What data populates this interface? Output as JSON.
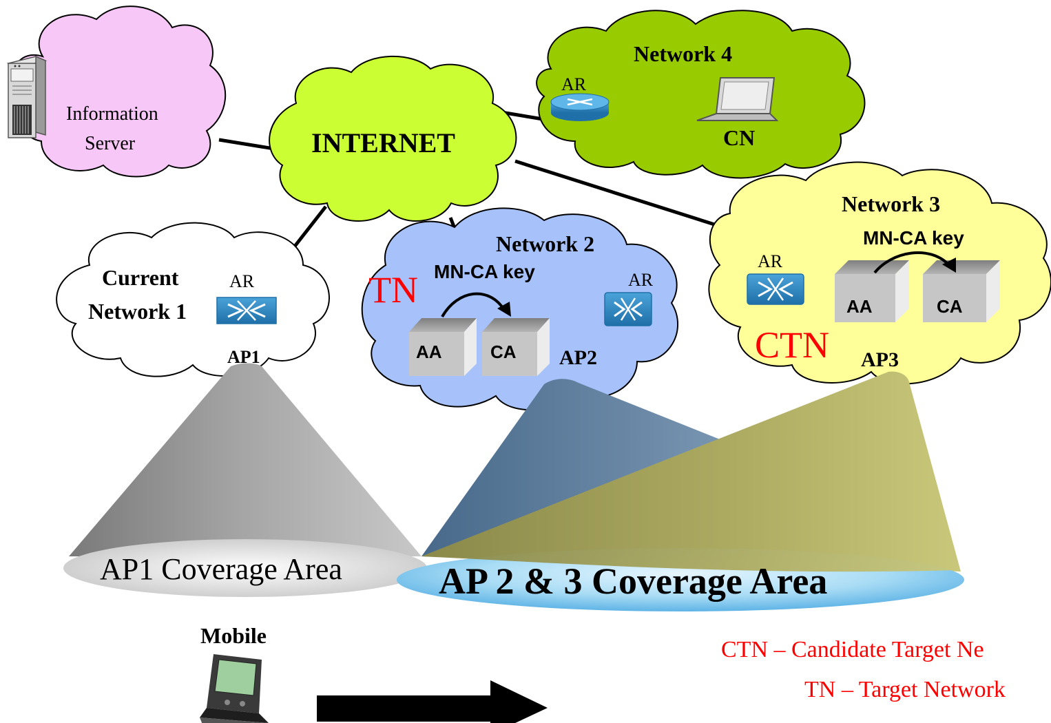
{
  "clouds": {
    "info_server": {
      "line1": "Information",
      "line2": "Server",
      "fill": "#f7c7f7"
    },
    "internet": {
      "label": "INTERNET",
      "fill": "#ccff33"
    },
    "network4": {
      "label": "Network 4",
      "router": "AR",
      "host": "CN",
      "fill": "#99cc00"
    },
    "network1": {
      "line1": "Current",
      "line2": "Network 1",
      "router": "AR",
      "ap": "AP1",
      "fill": "#ffffff"
    },
    "network2": {
      "label": "Network 2",
      "key": "MN-CA key",
      "router": "AR",
      "ap": "AP2",
      "tag": "TN",
      "aa": "AA",
      "ca": "CA",
      "fill": "#a7c2fb"
    },
    "network3": {
      "label": "Network 3",
      "key": "MN-CA key",
      "router": "AR",
      "ap": "AP3",
      "tag": "CTN",
      "aa": "AA",
      "ca": "CA",
      "fill": "#ffff99"
    }
  },
  "coverage": {
    "ap1": "AP1 Coverage Area",
    "ap23": "AP 2 & 3 Coverage Area"
  },
  "mobile": {
    "label": "Mobile"
  },
  "legend": {
    "ctn": "CTN – Candidate Target Ne",
    "tn": "TN – Target Network"
  },
  "colors": {
    "legend_text": "#ff0000",
    "cone_ap1": "#999999",
    "cone_ap2": "#5f7f9f",
    "cone_ap3": "#a6a45a",
    "coverage_ap23": "#8ecff0"
  }
}
